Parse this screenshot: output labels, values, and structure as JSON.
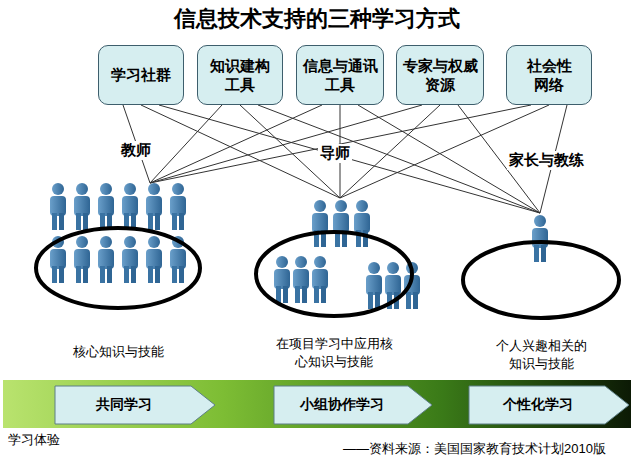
{
  "diagram": {
    "title": "信息技术支持的三种学习方式",
    "nodes": [
      {
        "text": [
          "学习社群"
        ]
      },
      {
        "text": [
          "知识建构 工具"
        ]
      },
      {
        "text": [
          "信息与通讯 工具"
        ]
      },
      {
        "text": [
          "专家与权威 资源"
        ]
      },
      {
        "text": [
          "社会性 网络"
        ]
      },
      {
        "text": [
          "核心知识与技能"
        ]
      },
      {
        "text": [
          "在项目学习中应用核 心知识与技能"
        ]
      },
      {
        "text": [
          "个人兴趣相关的 知识与技能"
        ]
      },
      {
        "text": [
          "共同学习"
        ]
      },
      {
        "text": [
          "小组协作学习"
        ]
      },
      {
        "text": [
          "个性化学习"
        ]
      }
    ],
    "edges": [
      {
        "from": 0,
        "to": 5,
        "arrow": "none"
      },
      {
        "from": 0,
        "to": 6,
        "arrow": "none"
      },
      {
        "from": 0,
        "to": 7,
        "arrow": "none"
      },
      {
        "from": 1,
        "to": 5,
        "arrow": "none"
      },
      {
        "from": 1,
        "to": 6,
        "arrow": "none"
      },
      {
        "from": 1,
        "to": 7,
        "arrow": "none"
      },
      {
        "from": 2,
        "to": 5,
        "arrow": "none"
      },
      {
        "from": 2,
        "to": 6,
        "arrow": "none"
      },
      {
        "from": 2,
        "to": 7,
        "arrow": "none"
      },
      {
        "from": 3,
        "to": 5,
        "arrow": "none"
      },
      {
        "from": 3,
        "to": 6,
        "arrow": "none"
      },
      {
        "from": 3,
        "to": 7,
        "arrow": "none"
      },
      {
        "from": 4,
        "to": 5,
        "arrow": "none"
      },
      {
        "from": 4,
        "to": 6,
        "arrow": "none"
      },
      {
        "from": 4,
        "to": 7,
        "arrow": "none"
      }
    ],
    "labels": [
      "教师",
      "导师",
      "家长与教练",
      "学习体验",
      "——资料来源：美国国家教育技术计划2010版"
    ]
  }
}
